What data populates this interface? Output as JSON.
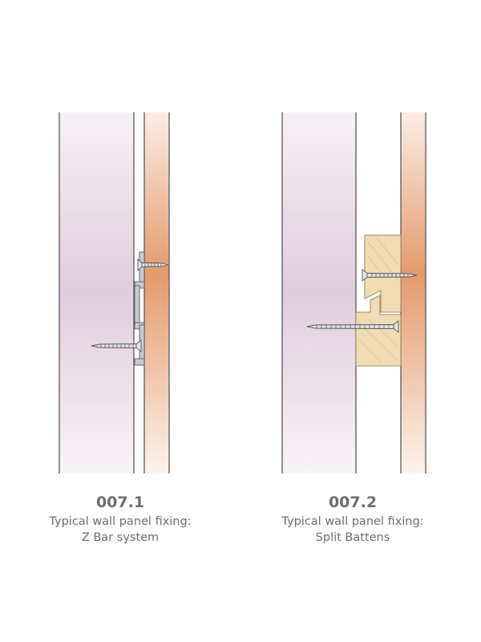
{
  "figures": [
    {
      "code": "007.1",
      "description_line1": "Typical wall panel fixing:",
      "description_line2": "Z Bar system"
    },
    {
      "code": "007.2",
      "description_line1": "Typical wall panel fixing:",
      "description_line2": "Split Battens"
    }
  ],
  "colors": {
    "panel_light": "#f7f1f6",
    "panel_mid": "#e0cddb",
    "wall_light": "#fbede4",
    "wall_orange": "#e49a6c",
    "batten_fill": "#f0dcb4",
    "batten_stroke": "#a58e68",
    "metal": "#c9cacc",
    "outline": "#58595b"
  }
}
